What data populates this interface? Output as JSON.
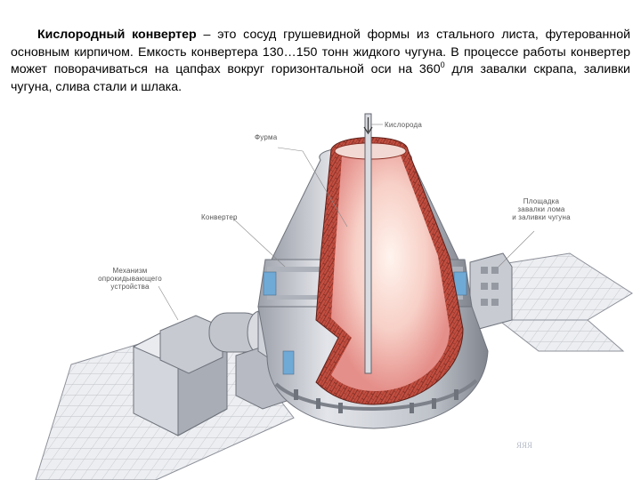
{
  "text": {
    "lead": "Кислородный конвертер",
    "body": " – это сосуд грушевидной формы из стального листа, футерованной основным кирпичом. Емкость конвертера 130…150 тонн жидкого чугуна. В процессе работы конвертер может поворачиваться на цапфах вокруг горизонтальной оси на 360",
    "sup": "0",
    "tail": " для завалки скрапа, заливки чугуна, слива стали и шлака."
  },
  "figure": {
    "labels": {
      "lance": "Кислорода",
      "tuyere": "Фурма",
      "converter": "Конвертер",
      "mechanism": [
        "Механизм",
        "опрокидывающего",
        "устройства"
      ],
      "platform": [
        "Площадка",
        "завалки лома",
        "и заливки чугуна"
      ]
    },
    "signature": "ЯЯЯ"
  },
  "colors": {
    "steel": "#c9ccd3",
    "steel_dark": "#8f939c",
    "brick": "#b8453a",
    "flame_core": "#fbe7de",
    "flame_edge": "#e9a7a2",
    "blue_band": "#6fa9d6"
  }
}
